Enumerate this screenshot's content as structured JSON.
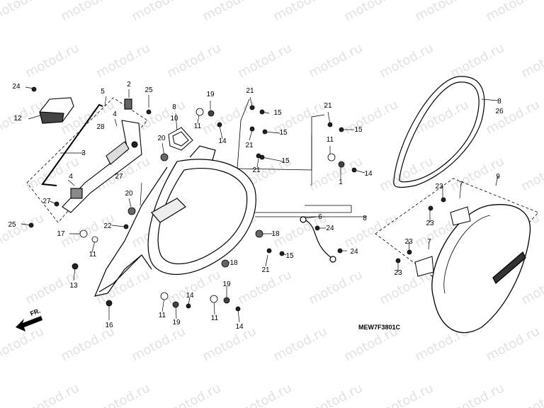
{
  "diagram": {
    "code": "MEW7F3801C",
    "direction_label": "FR.",
    "watermark": "motod.ru",
    "callouts": [
      "1",
      "2",
      "3",
      "4",
      "5",
      "6",
      "7",
      "8",
      "9",
      "10",
      "11",
      "12",
      "13",
      "14",
      "15",
      "16",
      "17",
      "18",
      "19",
      "20",
      "21",
      "22",
      "23",
      "24",
      "25",
      "26",
      "27",
      "28"
    ]
  }
}
